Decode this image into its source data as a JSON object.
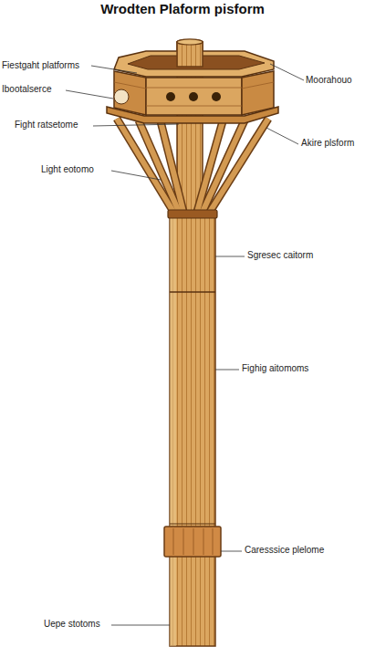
{
  "diagram": {
    "title": "Wrodten Plaform pisform",
    "labels": [
      "Fiestgaht platforms",
      "Moorahouo",
      "Ibootalserce",
      "Fight ratsetome",
      "Akire plsform",
      "Light eotomo",
      "Sgresec caitorm",
      "Fighig aitomoms",
      "Caresssice plelome",
      "Uepe stotoms"
    ]
  }
}
